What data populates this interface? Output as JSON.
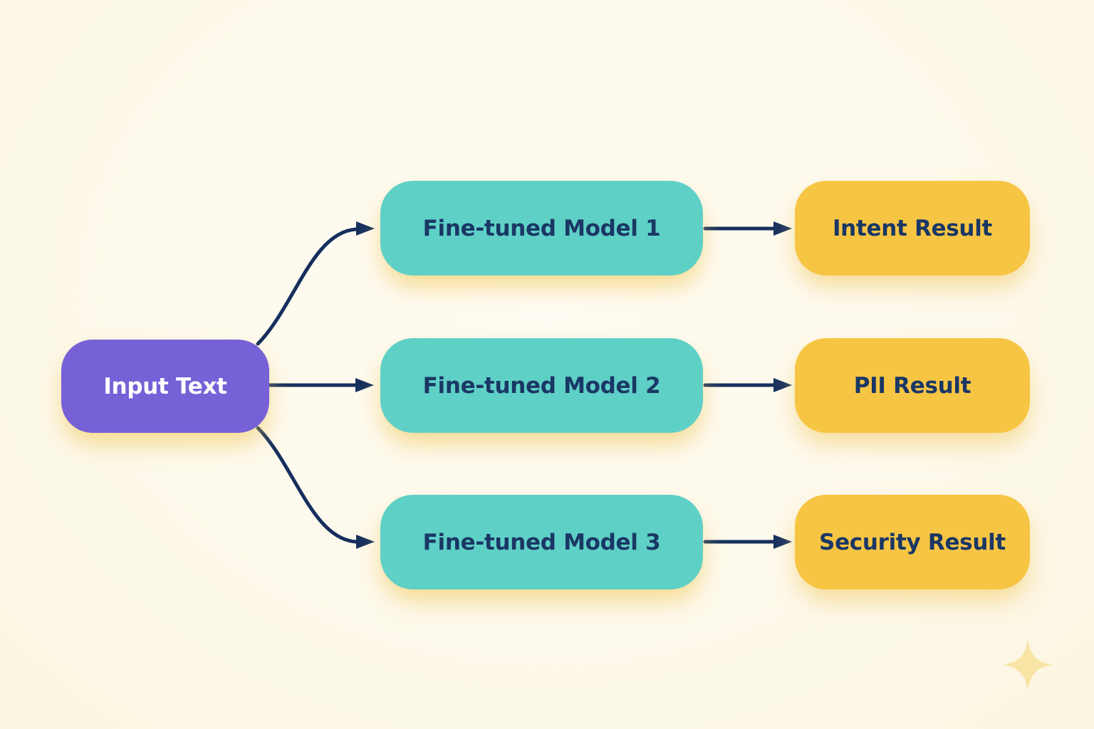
{
  "diagram": {
    "input_node": {
      "label": "Input Text"
    },
    "rows": [
      {
        "model_label": "Fine-tuned Model 1",
        "result_label": "Intent Result"
      },
      {
        "model_label": "Fine-tuned Model 2",
        "result_label": "PII Result"
      },
      {
        "model_label": "Fine-tuned Model 3",
        "result_label": "Security Result"
      }
    ],
    "icons": {
      "sparkle": "four-pointed-sparkle"
    },
    "colors": {
      "background": "#FDF9EC",
      "input_box": "#7761D6",
      "input_text": "#FFFFFF",
      "model_box": "#5FD0C6",
      "result_box": "#F7C544",
      "node_text": "#1A3765",
      "arrow": "#152F5E",
      "sparkle": "#F8E5A6"
    }
  }
}
